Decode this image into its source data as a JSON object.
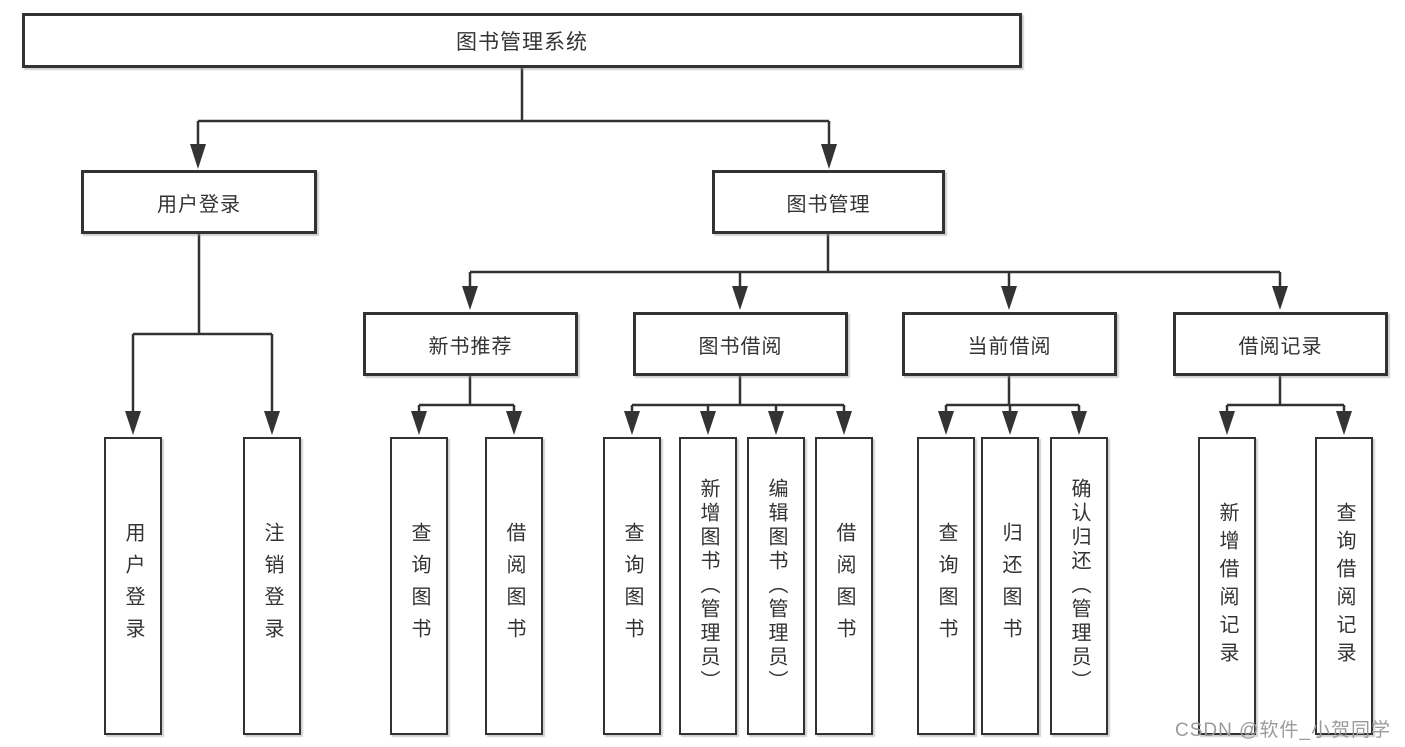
{
  "diagram": {
    "watermark": "CSDN @软件_小贺同学",
    "colors": {
      "line": "#333333",
      "box_border": "#323232",
      "box_background": "#ffffff",
      "text": "#333333",
      "page_background": "#ffffff",
      "watermark": "#9b9b9b"
    },
    "tree": {
      "label": "图书管理系统",
      "children": [
        {
          "label": "用户登录",
          "children": [
            {
              "label": "用户登录"
            },
            {
              "label": "注销登录"
            }
          ]
        },
        {
          "label": "图书管理",
          "children": [
            {
              "label": "新书推荐",
              "children": [
                {
                  "label": "查询图书"
                },
                {
                  "label": "借阅图书"
                }
              ]
            },
            {
              "label": "图书借阅",
              "children": [
                {
                  "label": "查询图书"
                },
                {
                  "label": "新增图书（管理员）"
                },
                {
                  "label": "编辑图书（管理员）"
                },
                {
                  "label": "借阅图书"
                }
              ]
            },
            {
              "label": "当前借阅",
              "children": [
                {
                  "label": "查询图书"
                },
                {
                  "label": "归还图书"
                },
                {
                  "label": "确认归还（管理员）"
                }
              ]
            },
            {
              "label": "借阅记录",
              "children": [
                {
                  "label": "新增借阅记录"
                },
                {
                  "label": "查询借阅记录"
                }
              ]
            }
          ]
        }
      ]
    }
  }
}
